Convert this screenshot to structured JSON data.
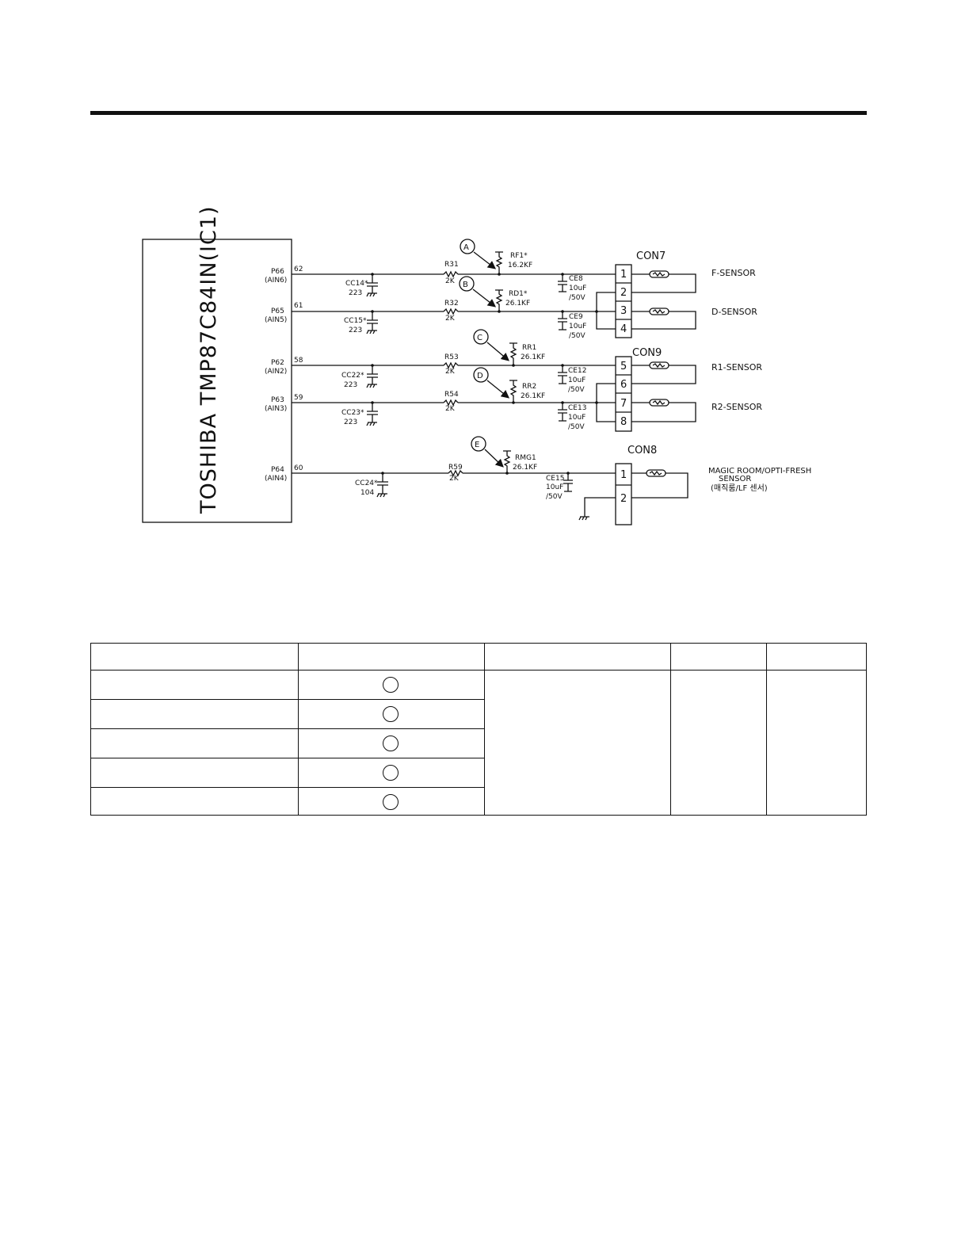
{
  "ic": {
    "name": "TOSHIBA TMP87C84IN(IC1)"
  },
  "pins": [
    {
      "port": "P66",
      "ain": "(AIN6)",
      "num": "62"
    },
    {
      "port": "P65",
      "ain": "(AIN5)",
      "num": "61"
    },
    {
      "port": "P62",
      "ain": "(AIN2)",
      "num": "58"
    },
    {
      "port": "P63",
      "ain": "(AIN3)",
      "num": "59"
    },
    {
      "port": "P64",
      "ain": "(AIN4)",
      "num": "60"
    }
  ],
  "caps_ic": [
    {
      "ref": "CC14*",
      "val": "223"
    },
    {
      "ref": "CC15*",
      "val": "223"
    },
    {
      "ref": "CC22*",
      "val": "223"
    },
    {
      "ref": "CC23*",
      "val": "223"
    },
    {
      "ref": "CC24*",
      "val": "104"
    }
  ],
  "resistors": [
    {
      "ref": "R31",
      "val": "2K"
    },
    {
      "ref": "R32",
      "val": "2K"
    },
    {
      "ref": "R53",
      "val": "2K"
    },
    {
      "ref": "R54",
      "val": "2K"
    },
    {
      "ref": "R59",
      "val": "2K"
    }
  ],
  "points": [
    {
      "label": "A",
      "ref": "RF1*",
      "val": "16.2KF"
    },
    {
      "label": "B",
      "ref": "RD1*",
      "val": "26.1KF"
    },
    {
      "label": "C",
      "ref": "RR1",
      "val": "26.1KF"
    },
    {
      "label": "D",
      "ref": "RR2",
      "val": "26.1KF"
    },
    {
      "label": "E",
      "ref": "RMG1",
      "val": "26.1KF"
    }
  ],
  "elcaps": [
    {
      "ref": "CE8",
      "cap": "10uF",
      "volt": "/50V"
    },
    {
      "ref": "CE9",
      "cap": "10uF",
      "volt": "/50V"
    },
    {
      "ref": "CE12",
      "cap": "10uF",
      "volt": "/50V"
    },
    {
      "ref": "CE13",
      "cap": "10uF",
      "volt": "/50V"
    },
    {
      "ref": "CE15",
      "cap": "10uF",
      "volt": "/50V"
    }
  ],
  "connectors": {
    "con7": {
      "name": "CON7",
      "pins": [
        "1",
        "2",
        "3",
        "4"
      ]
    },
    "con9": {
      "name": "CON9",
      "pins": [
        "5",
        "6",
        "7",
        "8"
      ]
    },
    "con8": {
      "name": "CON8",
      "pins": [
        "1",
        "2"
      ]
    }
  },
  "sensors": {
    "f": "F-SENSOR",
    "d": "D-SENSOR",
    "r1": "R1-SENSOR",
    "r2": "R2-SENSOR",
    "magic_line1": "MAGIC ROOM/OPTI-FRESH",
    "magic_line2": "SENSOR",
    "magic_line3": "(매직룸/LF 센서)"
  },
  "table": {
    "headers": [
      "",
      "",
      "",
      "",
      ""
    ],
    "rows": [
      {
        "name": "",
        "point": ""
      },
      {
        "name": "",
        "point": ""
      },
      {
        "name": "",
        "point": ""
      },
      {
        "name": "",
        "point": ""
      },
      {
        "name": "",
        "point": ""
      }
    ]
  }
}
